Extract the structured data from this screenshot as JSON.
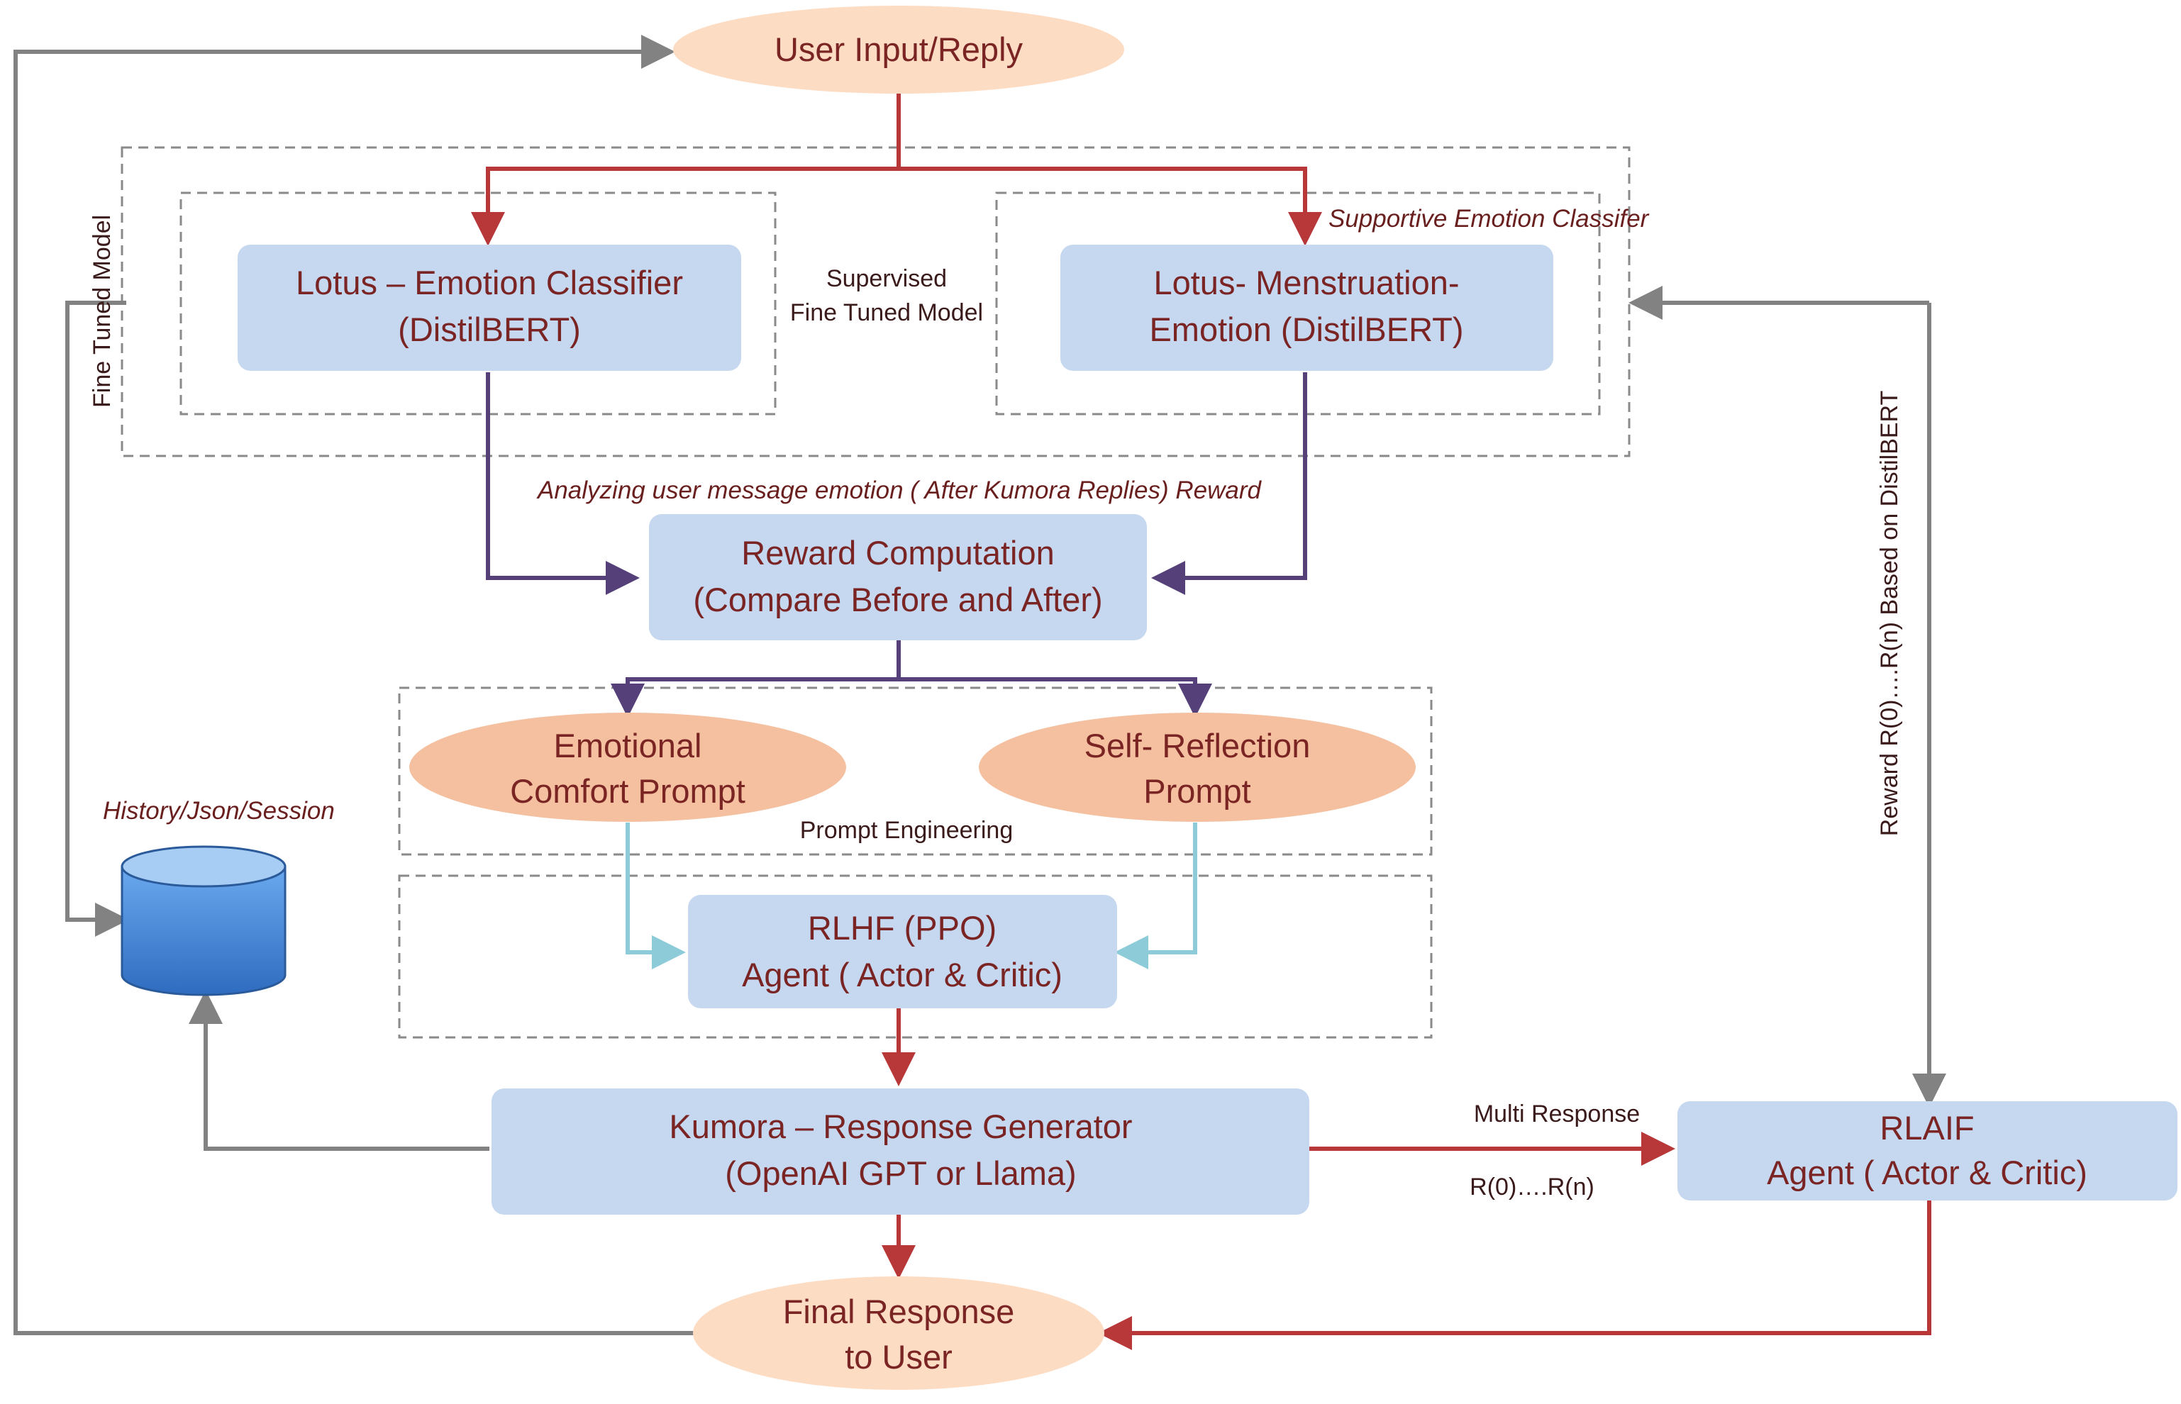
{
  "nodes": {
    "user_input": "User Input/Reply",
    "emotion_classifier": [
      "Lotus – Emotion Classifier",
      "(DistilBERT)"
    ],
    "menstruation_emotion": [
      "Lotus- Menstruation-",
      "Emotion (DistilBERT)"
    ],
    "reward_computation": [
      "Reward Computation",
      "(Compare Before and After)"
    ],
    "emotional_comfort": [
      "Emotional",
      "Comfort Prompt"
    ],
    "self_reflection": [
      "Self- Reflection",
      "Prompt"
    ],
    "rlhf_agent": [
      "RLHF (PPO)",
      "Agent ( Actor & Critic)"
    ],
    "kumora": [
      "Kumora – Response Generator",
      "(OpenAI GPT or Llama)"
    ],
    "rlaif_agent": [
      "RLAIF",
      "Agent ( Actor & Critic)"
    ],
    "final_response": [
      "Final Response",
      "to User"
    ]
  },
  "labels": {
    "fine_tuned_model": "Fine Tuned Model",
    "supervised": [
      "Supervised",
      "Fine Tuned Model"
    ],
    "supportive_classifier": "Supportive Emotion Classifer",
    "analyzing": "Analyzing user message emotion ( After Kumora Replies) Reward",
    "history": "History/Json/Session",
    "prompt_engineering": "Prompt Engineering",
    "multi_response": "Multi Response",
    "r_range": "R(0)….R(n)",
    "reward_distilbert": "Reward R(0)….R(n) Based on DistilBERT"
  },
  "colors": {
    "box_fill": "#c5d8f0",
    "ellipse_light": "#fddcc4",
    "ellipse_dark": "#f4c0a0",
    "arrow_red": "#b8383a",
    "arrow_purple": "#55407a",
    "arrow_gray": "#828282",
    "arrow_cyan": "#8ecbd8",
    "text": "#7a2424",
    "db_fill": "#4a8ad8"
  }
}
